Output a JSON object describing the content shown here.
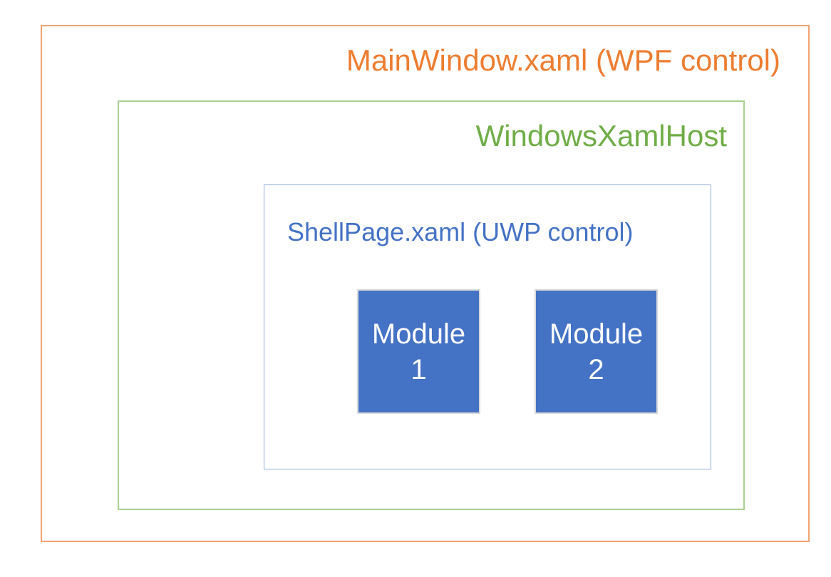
{
  "diagram": {
    "title": "WPF + UWP XAML island nesting diagram",
    "outer_box": {
      "label": "MainWindow.xaml (WPF control)",
      "border_color": "#F2A36F",
      "text_color": "#ED7D31"
    },
    "host_box": {
      "label": "WindowsXamlHost",
      "border_color": "#A9D18E",
      "text_color": "#70AD47"
    },
    "shell_box": {
      "label": "ShellPage.xaml (UWP control)",
      "border_color": "#8EA9DB",
      "text_color": "#4472C4"
    },
    "modules": [
      {
        "label": "Module 1",
        "fill_color": "#4472C4",
        "border_color": "#D9D9D9",
        "text_color": "#FFFFFF"
      },
      {
        "label": "Module 2",
        "fill_color": "#4472C4",
        "border_color": "#D9D9D9",
        "text_color": "#FFFFFF"
      }
    ]
  }
}
